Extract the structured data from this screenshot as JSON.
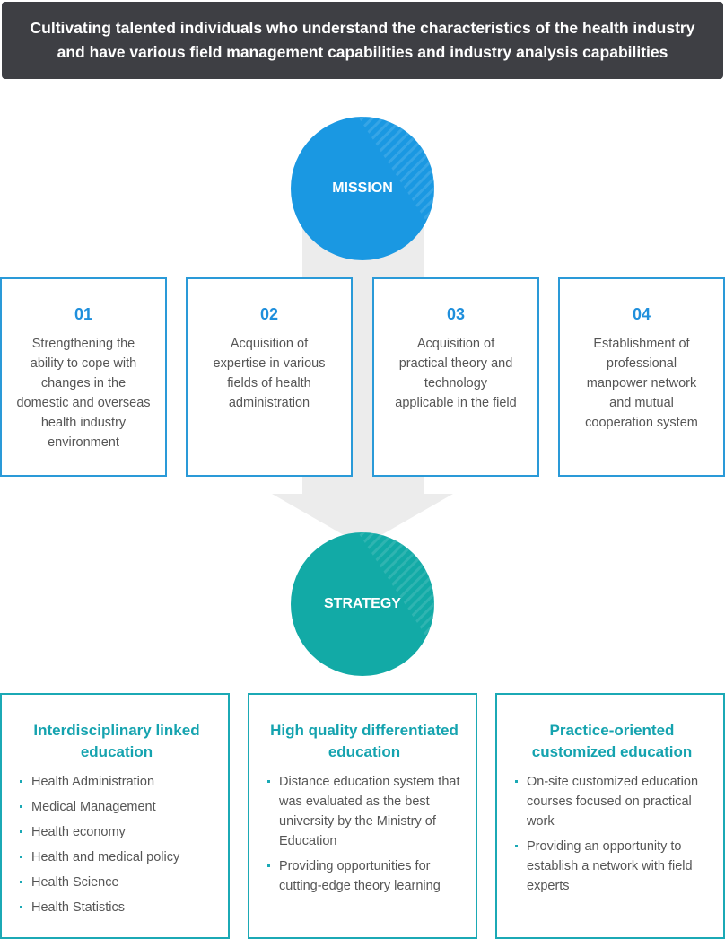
{
  "banner": {
    "line1": "Cultivating talented individuals who understand the characteristics of the health industry",
    "line2": "and have various field management capabilities and industry analysis capabilities"
  },
  "mission": {
    "label": "MISSION",
    "items": [
      {
        "num": "01",
        "text": "Strengthening the ability to cope with changes in the domestic and overseas health industry environment"
      },
      {
        "num": "02",
        "text": "Acquisition of expertise in various fields of health administration"
      },
      {
        "num": "03",
        "text": "Acquisition of practical theory and technology applicable in the field"
      },
      {
        "num": "04",
        "text": "Establishment of professional manpower network and mutual cooperation system"
      }
    ]
  },
  "strategy": {
    "label": "STRATEGY",
    "items": [
      {
        "title": "Interdisciplinary linked education",
        "points": [
          "Health Administration",
          "Medical Management",
          "Health economy",
          "Health and medical policy",
          "Health Science",
          "Health Statistics"
        ]
      },
      {
        "title": "High quality differentiated education",
        "points": [
          "Distance education system that was evaluated as the best university by the Ministry of Education",
          "Providing opportunities for cutting-edge theory learning"
        ]
      },
      {
        "title": "Practice-oriented customized education",
        "points": [
          "On-site customized education courses focused on practical work",
          "Providing an opportunity to establish a network with field experts"
        ]
      }
    ]
  },
  "colors": {
    "banner_bg": "#3e3f44",
    "mission_blue": "#1a98e2",
    "strategy_teal": "#12aaa6",
    "arrow_gray": "#ececec"
  }
}
